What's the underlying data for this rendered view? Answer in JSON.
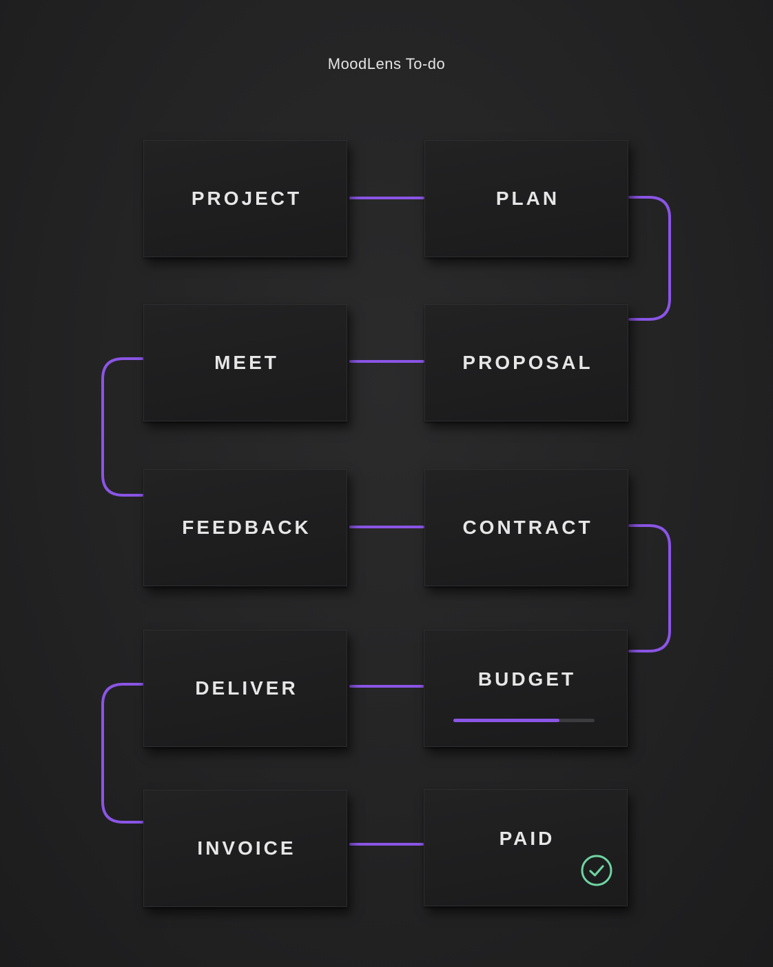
{
  "title": "MoodLens To-do",
  "accent_color": "#8b55e6",
  "done_color": "#6fd3a2",
  "steps": [
    {
      "id": "project",
      "label": "PROJECT"
    },
    {
      "id": "plan",
      "label": "PLAN"
    },
    {
      "id": "proposal",
      "label": "PROPOSAL"
    },
    {
      "id": "meet",
      "label": "MEET"
    },
    {
      "id": "feedback",
      "label": "FEEDBACK"
    },
    {
      "id": "contract",
      "label": "CONTRACT"
    },
    {
      "id": "budget",
      "label": "BUDGET",
      "progress": 0.75
    },
    {
      "id": "deliver",
      "label": "DELIVER"
    },
    {
      "id": "invoice",
      "label": "INVOICE"
    },
    {
      "id": "paid",
      "label": "PAID",
      "status": "done",
      "icon": "check-circle-icon"
    }
  ]
}
